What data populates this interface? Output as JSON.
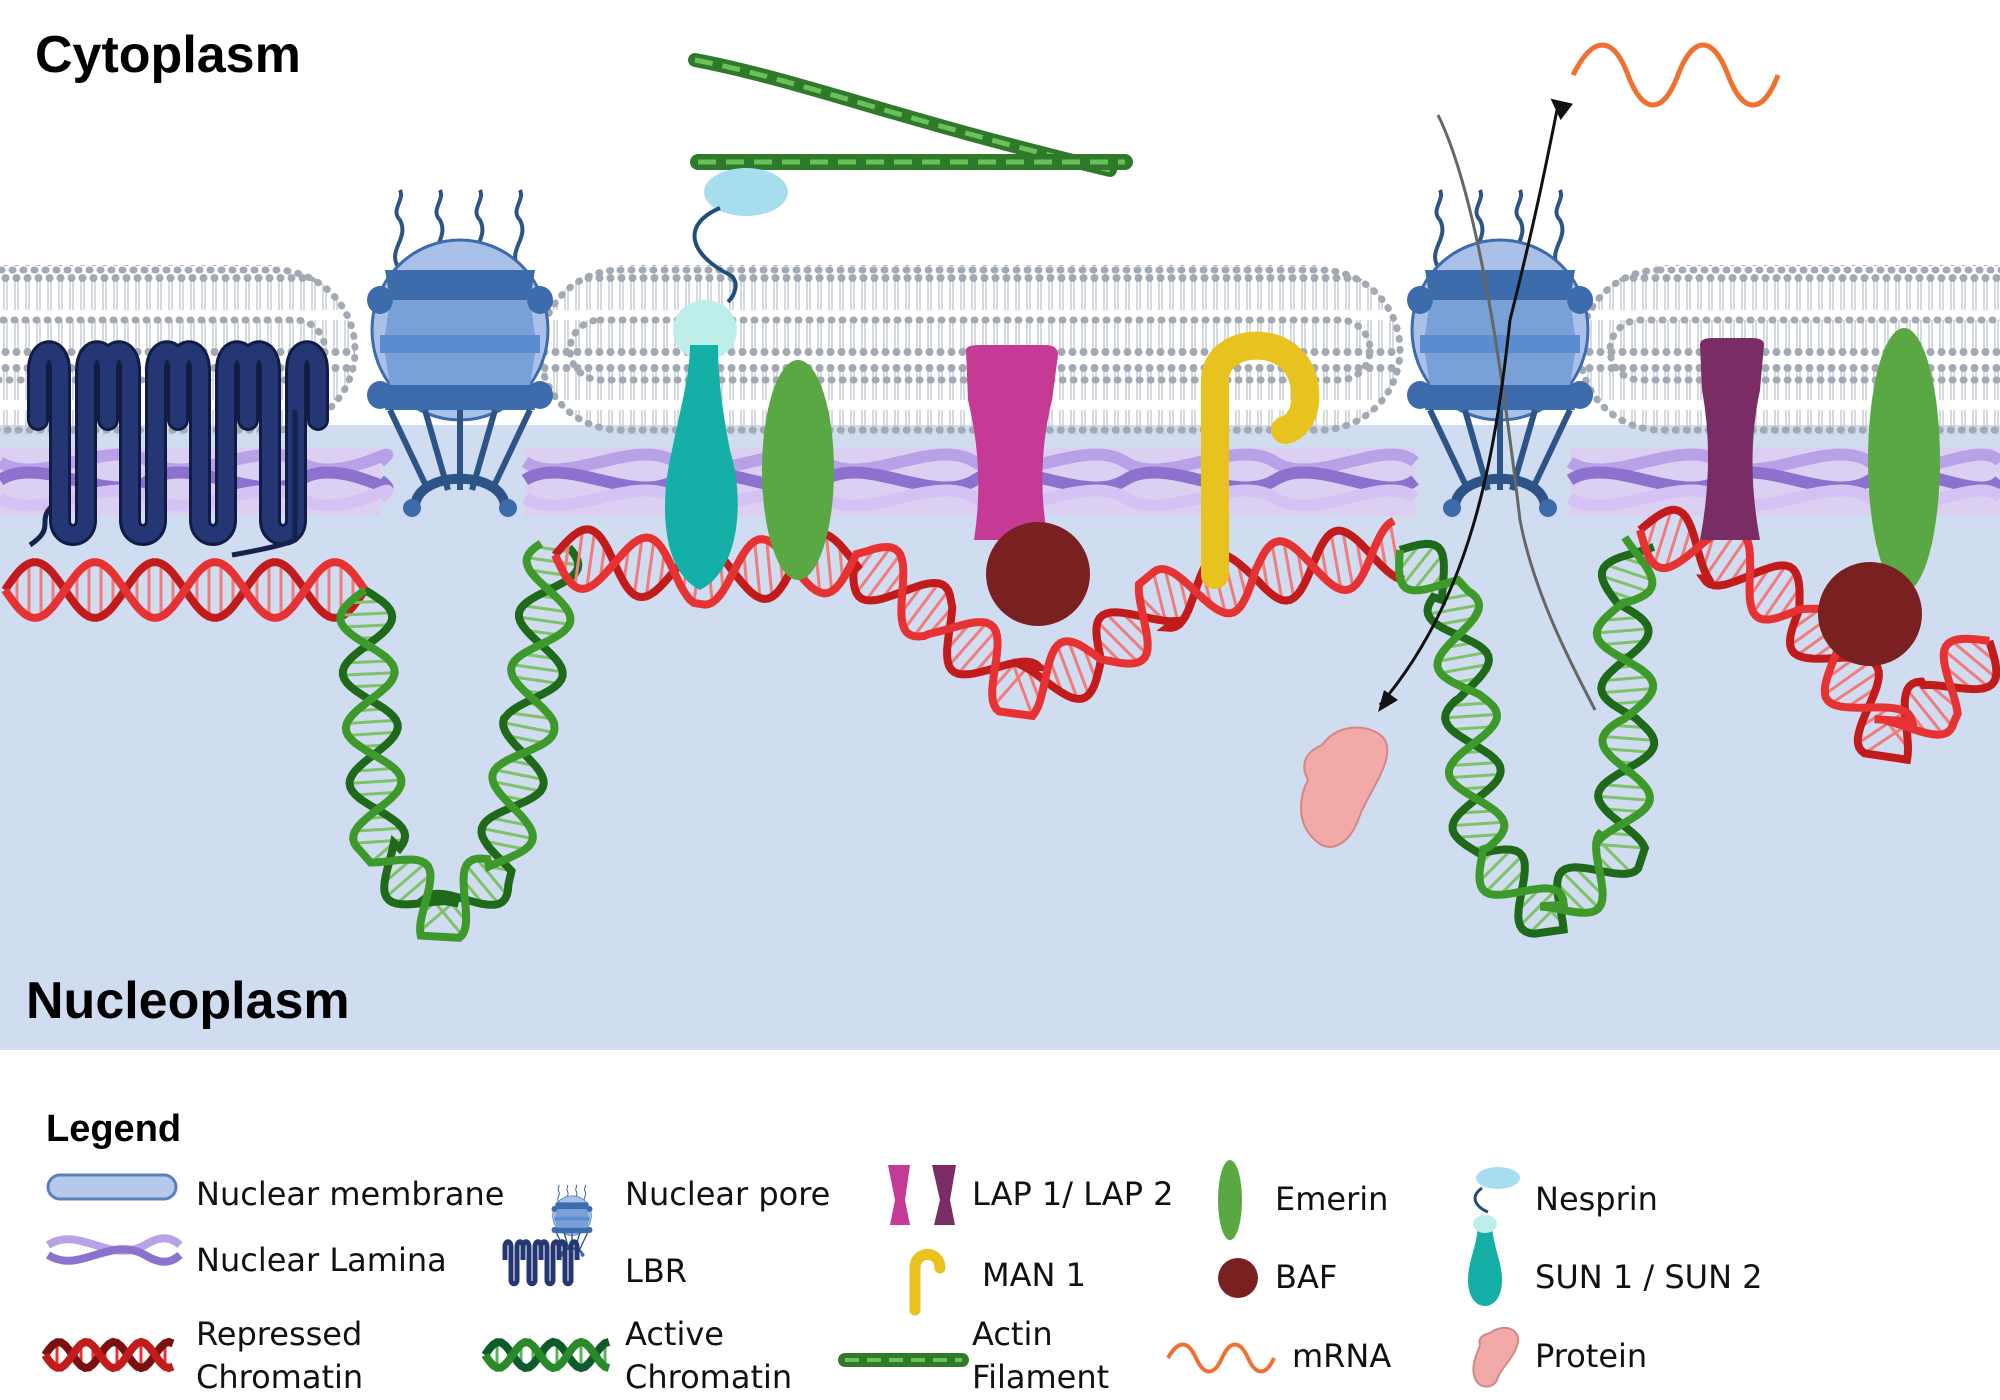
{
  "regions": {
    "cytoplasm": "Cytoplasm",
    "nucleoplasm": "Nucleoplasm"
  },
  "legend": {
    "title": "Legend",
    "items": [
      {
        "label": "Nuclear membrane",
        "icon": "membrane-icon"
      },
      {
        "label": "Nuclear Lamina",
        "icon": "lamina-icon"
      },
      {
        "label_line1": "Repressed",
        "label_line2": "Chromatin",
        "icon": "repressed-chromatin-icon"
      },
      {
        "label": "Nuclear pore",
        "icon": "nuclear-pore-icon"
      },
      {
        "label": "LBR",
        "icon": "lbr-icon"
      },
      {
        "label_line1": "Active",
        "label_line2": "Chromatin",
        "icon": "active-chromatin-icon"
      },
      {
        "label": "LAP 1/ LAP 2",
        "icon": "lap-icon"
      },
      {
        "label": "MAN 1",
        "icon": "man1-icon"
      },
      {
        "label_line1": "Actin",
        "label_line2": "Filament",
        "icon": "actin-filament-icon"
      },
      {
        "label": "Emerin",
        "icon": "emerin-icon"
      },
      {
        "label": "BAF",
        "icon": "baf-icon"
      },
      {
        "label": "mRNA",
        "icon": "mrna-icon"
      },
      {
        "label": "Nesprin",
        "icon": "nesprin-icon"
      },
      {
        "label": "SUN 1 / SUN 2",
        "icon": "sun-icon"
      },
      {
        "label": "Protein",
        "icon": "protein-icon"
      }
    ]
  },
  "colors": {
    "nucleoplasm": "#d0dcf0",
    "membrane_head": "#a3a9b3",
    "lamina": "#a889d6",
    "repressed_chromatin": "#e63232",
    "active_chromatin": "#3d9a2a",
    "nuclear_pore": "#4a7fc1",
    "lbr": "#243774",
    "lap1": "#c43a95",
    "lap2": "#7a2d64",
    "man1": "#e8c21e",
    "emerin": "#5aa843",
    "baf": "#7a2020",
    "nesprin": "#a6def0",
    "sun": "#14b0a8",
    "mrna": "#f07030",
    "protein": "#f2aaa8",
    "actin": "#3e8c35"
  }
}
